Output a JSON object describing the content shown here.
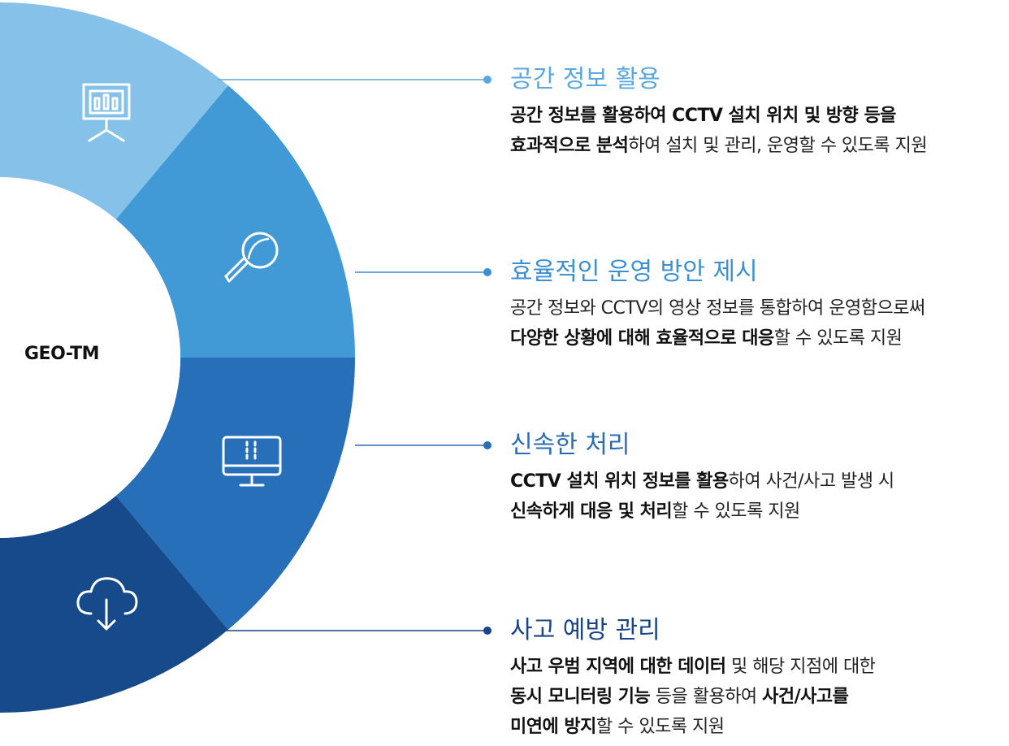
{
  "center_label": "GEO-TM",
  "items": [
    {
      "title": "공간 정보 활용",
      "title_color": "#5aa8e0",
      "segment_color": "#86c1ea",
      "icon": "presentation-board-icon",
      "lines": [
        [
          {
            "t": "공간 정보를 활용하여 CCTV 설치 위치 및 방향 등을",
            "b": true
          }
        ],
        [
          {
            "t": "효과적으로 분석",
            "b": true
          },
          {
            "t": "하여 설치 및 관리, 운영할 수 있도록 지원",
            "b": false
          }
        ]
      ]
    },
    {
      "title": "효율적인 운영 방안 제시",
      "title_color": "#3d8fd3",
      "segment_color": "#4199d6",
      "icon": "magnifier-icon",
      "lines": [
        [
          {
            "t": "공간 정보와 CCTV의 영상 정보를 통합하여 운영함으로써",
            "b": false
          }
        ],
        [
          {
            "t": "다양한 상황에 대해 효율적으로 대응",
            "b": true
          },
          {
            "t": "할 수 있도록 지원",
            "b": false
          }
        ]
      ]
    },
    {
      "title": "신속한 처리",
      "title_color": "#2a6db6",
      "segment_color": "#2770b9",
      "icon": "monitor-icon",
      "lines": [
        [
          {
            "t": "CCTV 설치 위치 정보를 활용",
            "b": true
          },
          {
            "t": "하여 사건/사고 발생 시",
            "b": false
          }
        ],
        [
          {
            "t": "신속하게 대응 및 처리",
            "b": true
          },
          {
            "t": "할 수 있도록 지원",
            "b": false
          }
        ]
      ]
    },
    {
      "title": "사고 예방 관리",
      "title_color": "#17458a",
      "segment_color": "#174a8b",
      "icon": "cloud-download-icon",
      "lines": [
        [
          {
            "t": "사고 우범 지역에 대한 데이터",
            "b": true
          },
          {
            "t": " 및 해당 지점에 대한",
            "b": false
          }
        ],
        [
          {
            "t": "동시 모니터링 기능",
            "b": true
          },
          {
            "t": " 등을 활용하여 ",
            "b": false
          },
          {
            "t": "사건/사고를",
            "b": true
          }
        ],
        [
          {
            "t": "미연에 방지",
            "b": true
          },
          {
            "t": "할 수 있도록  지원",
            "b": false
          }
        ]
      ]
    }
  ]
}
